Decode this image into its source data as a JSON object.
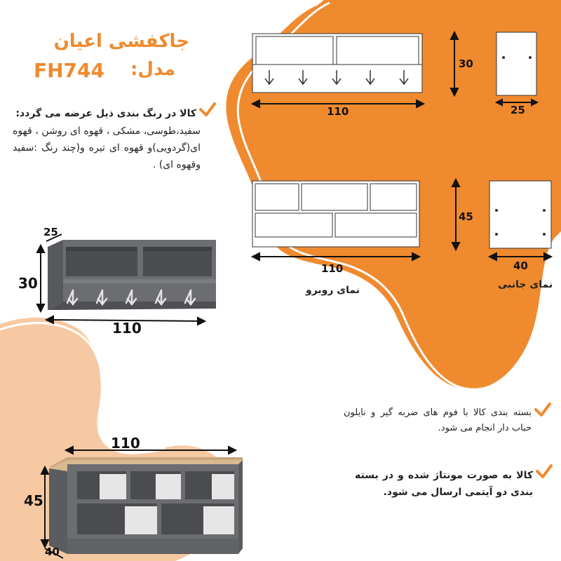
{
  "header": {
    "title": "جاکفشی اعیان",
    "model_label": "مدل:",
    "model_code": "FH744"
  },
  "notes": {
    "colors_heading": "کالا در رنگ بندی ذیل عرضه می گردد:",
    "colors_body": "سفید،طوسی، مشکی ، قهوه ای روشن ، قهوه ای(گردویی)و قهوه ای تیره و(چند رنگ :سفید وقهوه ای) .",
    "packaging": "بسته بندی کالا با فوم های ضربه گیر و نایلون حباب دار انجام می شود.",
    "shipping": "کالا به صورت مونتاژ شده و در بسته بندی دو آیتمی ارسال می شود."
  },
  "drawings": {
    "rack_front_width": "110",
    "rack_front_height": "30",
    "rack_side_depth": "25",
    "bench_front_width": "110",
    "bench_front_height": "45",
    "bench_side_depth": "40",
    "front_view_label": "نمای روبرو",
    "side_view_label": "نمای جانبی"
  },
  "photos": {
    "rack_depth": "25",
    "rack_height": "30",
    "rack_width": "110",
    "bench_width": "110",
    "bench_height": "45",
    "bench_depth": "40"
  },
  "colors": {
    "accent": "#f08a2e",
    "accent_light": "#f6c9a3",
    "furniture_gray": "#6b6d70",
    "cushion": "#d9b98f"
  }
}
